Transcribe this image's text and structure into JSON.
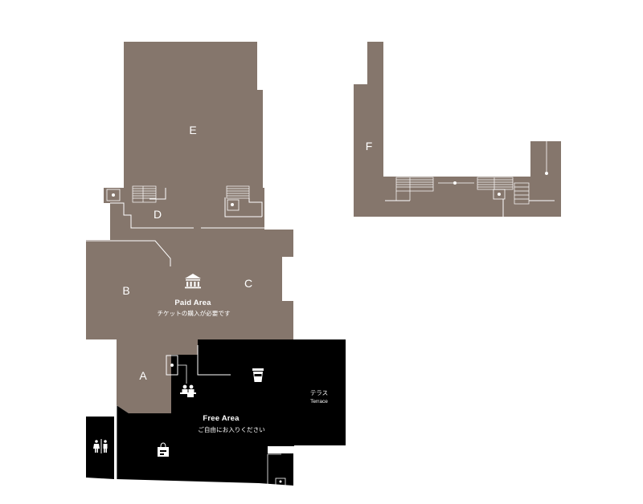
{
  "colors": {
    "paid_area": "#85766c",
    "free_area": "#000000",
    "background": "#ffffff",
    "lines": "#ffffff"
  },
  "rooms": {
    "a": "A",
    "b": "B",
    "c": "C",
    "d": "D",
    "e": "E",
    "f": "F"
  },
  "paid_area": {
    "title": "Paid Area",
    "subtitle": "チケットの購入が必要です",
    "icon": "museum-icon"
  },
  "free_area": {
    "title": "Free Area",
    "subtitle": "ご自由にお入りください"
  },
  "terrace": {
    "label_jp": "テラス",
    "label_en": "Terrace"
  },
  "icons": [
    "museum-icon",
    "cafe-cup-icon",
    "reception-desk-icon",
    "shop-bag-icon",
    "restroom-icon",
    "elevator-icon",
    "locker-icon"
  ]
}
